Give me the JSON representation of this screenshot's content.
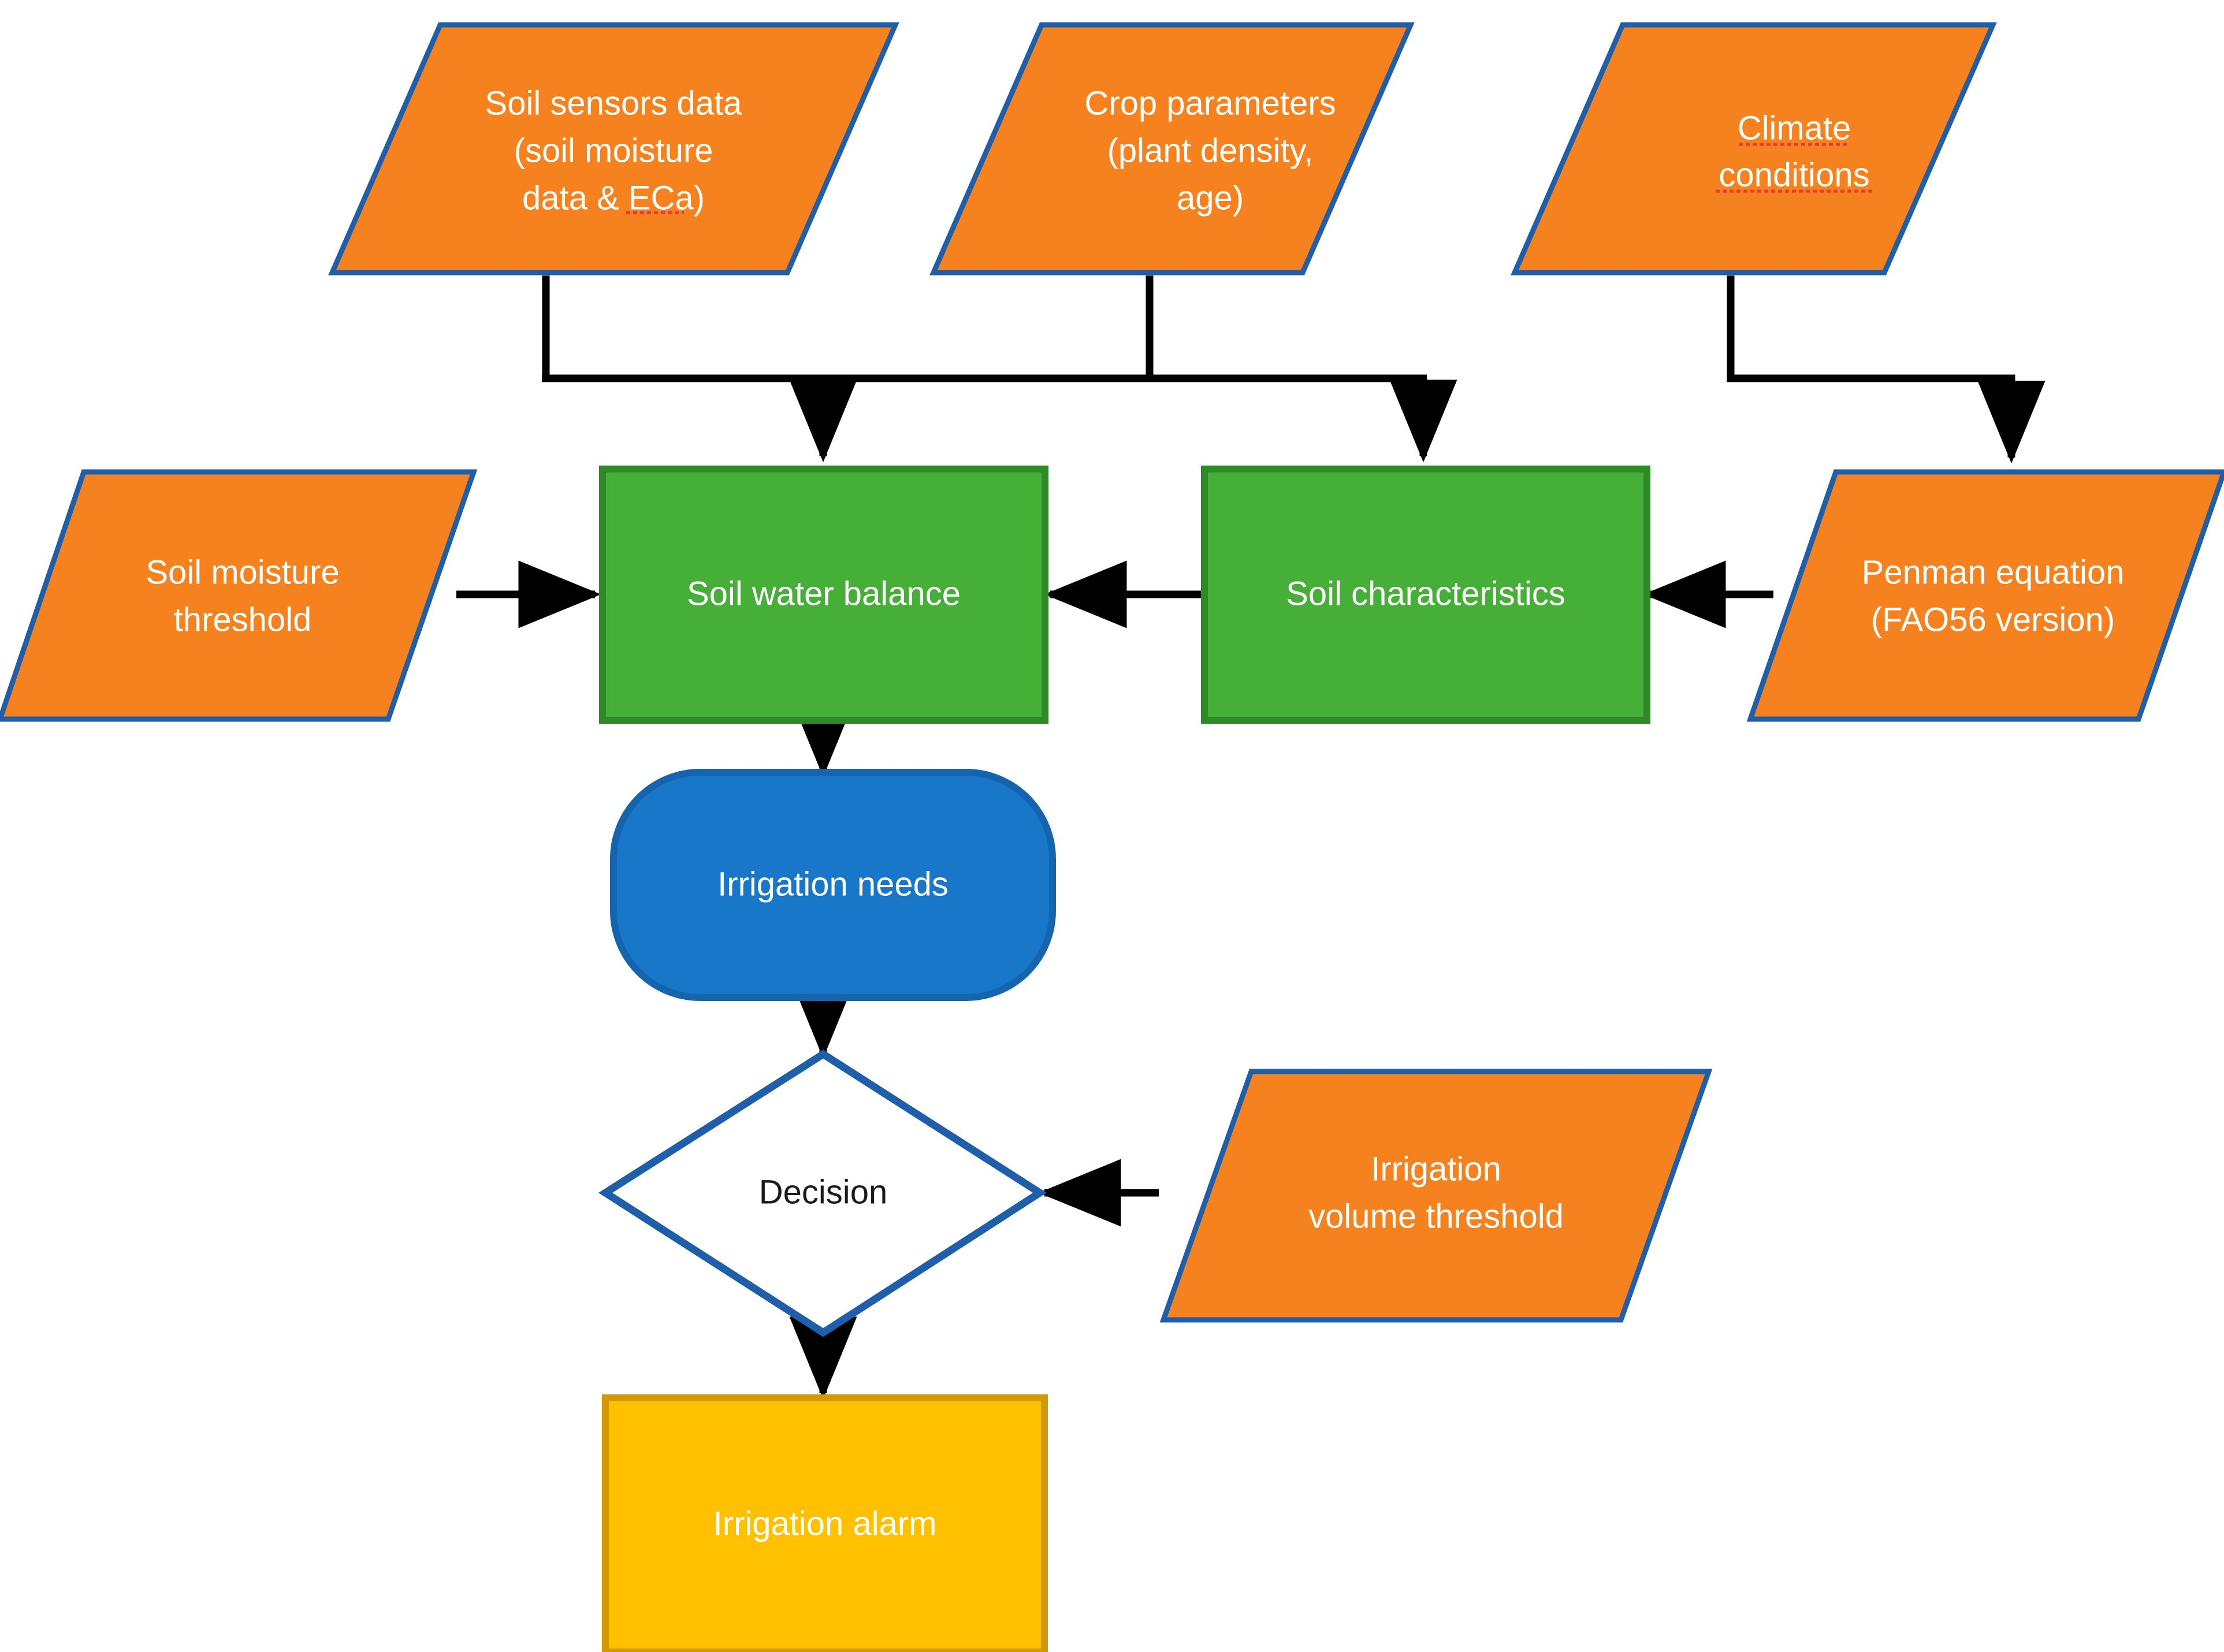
{
  "diagram": {
    "title": "Irrigation decision support flowchart",
    "background": "#ffffff",
    "colors": {
      "parallelogram_fill": "#F5821F",
      "parallelogram_stroke": "#1F5FA9",
      "process_fill": "#46AF38",
      "process_stroke": "#2D8A26",
      "data_fill": "#1877C9",
      "data_stroke": "#1565AE",
      "decision_fill": "#FFFFFF",
      "decision_stroke": "#1F5FA9",
      "alarm_fill": "#FFC000",
      "alarm_stroke": "#D39A00",
      "connector": "#000000",
      "label_light": "#FFFFFF",
      "label_dark": "#1A1A1A",
      "spellcheck_underline": "#E03A2F"
    },
    "nodes": [
      {
        "id": "soil-sensors-data",
        "shape": "parallelogram",
        "lines": [
          "Soil sensors data",
          "(soil moisture",
          "data & ECa)"
        ],
        "spellchecked": [
          "ECa"
        ]
      },
      {
        "id": "crop-parameters",
        "shape": "parallelogram",
        "lines": [
          "Crop parameters",
          "(plant density,",
          "age)"
        ],
        "spellchecked": []
      },
      {
        "id": "climate-conditions",
        "shape": "parallelogram",
        "lines": [
          "Climate",
          "conditions"
        ],
        "spellchecked": [
          "Climate",
          "conditions"
        ]
      },
      {
        "id": "soil-moisture-threshold",
        "shape": "parallelogram",
        "lines": [
          "Soil moisture",
          "threshold"
        ],
        "spellchecked": []
      },
      {
        "id": "soil-water-balance",
        "shape": "process",
        "lines": [
          "Soil water balance"
        ],
        "spellchecked": []
      },
      {
        "id": "soil-characteristics",
        "shape": "process",
        "lines": [
          "Soil characteristics"
        ],
        "spellchecked": []
      },
      {
        "id": "penman-equation",
        "shape": "parallelogram",
        "lines": [
          "Penman equation",
          "(FAO56 version)"
        ],
        "spellchecked": []
      },
      {
        "id": "irrigation-needs",
        "shape": "rounded",
        "lines": [
          "Irrigation needs"
        ],
        "spellchecked": []
      },
      {
        "id": "decision",
        "shape": "diamond",
        "lines": [
          "Decision"
        ],
        "spellchecked": []
      },
      {
        "id": "irrigation-volume-threshold",
        "shape": "parallelogram",
        "lines": [
          "Irrigation",
          "volume threshold"
        ],
        "spellchecked": []
      },
      {
        "id": "irrigation-alarm",
        "shape": "rectangle",
        "lines": [
          "Irrigation alarm"
        ],
        "spellchecked": []
      }
    ],
    "edges": [
      {
        "from": "soil-sensors-data",
        "to": "soil-water-balance",
        "style": "elbow"
      },
      {
        "from": "crop-parameters",
        "to": "soil-characteristics",
        "style": "elbow"
      },
      {
        "from": "climate-conditions",
        "to": "penman-equation",
        "style": "elbow"
      },
      {
        "from": "soil-moisture-threshold",
        "to": "soil-water-balance",
        "style": "straight"
      },
      {
        "from": "soil-characteristics",
        "to": "soil-water-balance",
        "style": "straight"
      },
      {
        "from": "penman-equation",
        "to": "soil-characteristics",
        "style": "straight"
      },
      {
        "from": "soil-water-balance",
        "to": "irrigation-needs",
        "style": "straight"
      },
      {
        "from": "irrigation-needs",
        "to": "decision",
        "style": "straight"
      },
      {
        "from": "irrigation-volume-threshold",
        "to": "decision",
        "style": "straight"
      },
      {
        "from": "decision",
        "to": "irrigation-alarm",
        "style": "straight"
      }
    ]
  },
  "labels": {
    "soil_sensors_l1": "Soil sensors data",
    "soil_sensors_l2": "(soil moisture",
    "soil_sensors_l3": "data & ECa)",
    "crop_params_l1": "Crop parameters",
    "crop_params_l2": "(plant density,",
    "crop_params_l3": "age)",
    "climate_l1": "Climate",
    "climate_l2": "conditions",
    "soil_moisture_threshold_l1": "Soil moisture",
    "soil_moisture_threshold_l2": "threshold",
    "soil_water_balance": "Soil water balance",
    "soil_characteristics": "Soil characteristics",
    "penman_l1": "Penman equation",
    "penman_l2": "(FAO56 version)",
    "irrigation_needs": "Irrigation needs",
    "decision": "Decision",
    "irrigation_volume_threshold_l1": "Irrigation",
    "irrigation_volume_threshold_l2": "volume threshold",
    "irrigation_alarm": "Irrigation alarm"
  }
}
